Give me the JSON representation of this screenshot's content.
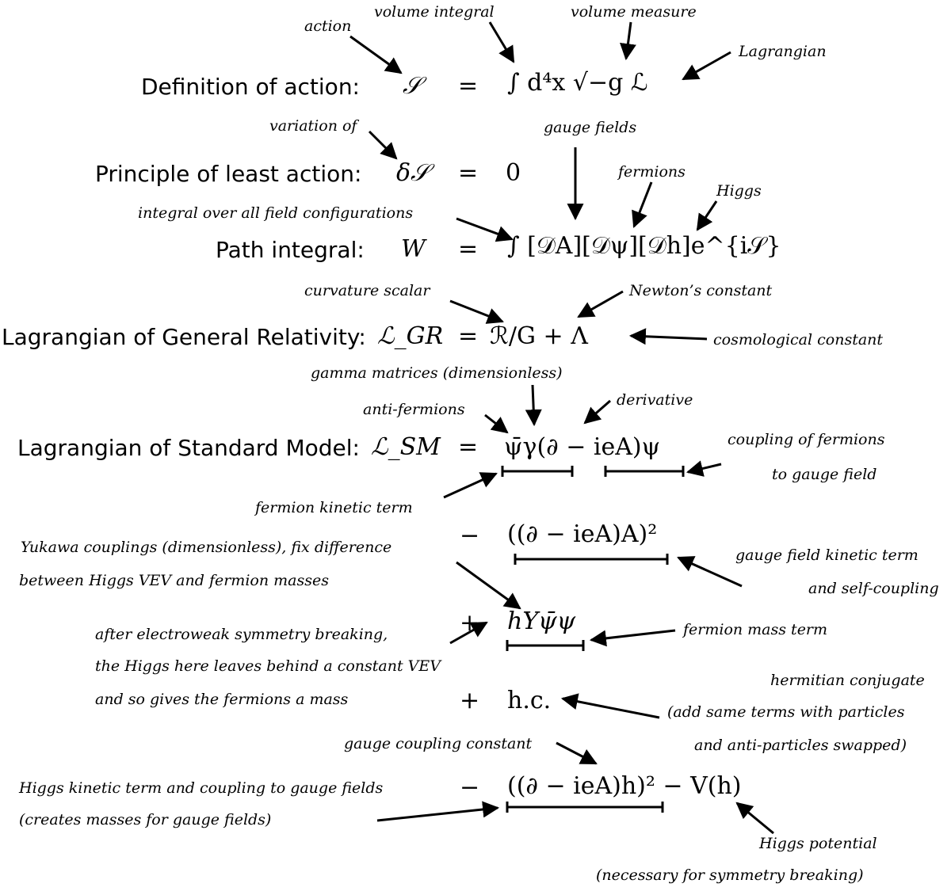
{
  "rows": {
    "action": {
      "label": "Definition of action:",
      "lhs": "𝒮",
      "eq": "=",
      "rhs": "∫ d⁴x √−g ℒ"
    },
    "least": {
      "label": "Principle of least action:",
      "lhs": "δ𝒮",
      "eq": "=",
      "rhs": "0"
    },
    "path": {
      "label": "Path integral:",
      "lhs": "W",
      "eq": "=",
      "rhs": "∫ [𝒟A][𝒟ψ][𝒟h]e^{i𝒮}"
    },
    "gr": {
      "label": "Lagrangian of General Relativity:",
      "lhs": "ℒ_GR",
      "eq": "=",
      "rhs": "ℛ/G + Λ"
    },
    "sm": {
      "label": "Lagrangian of Standard Model:",
      "lhs": "ℒ_SM",
      "eq": "=",
      "rhs": "ψ̄γ(∂ − ieA)ψ"
    },
    "sm_gauge": {
      "op": "−",
      "rhs": "((∂ − ieA)A)²"
    },
    "sm_yukawa": {
      "op": "+",
      "rhs": "hYψ̄ψ"
    },
    "sm_hc": {
      "op": "+",
      "rhs": "h.c."
    },
    "sm_higgs": {
      "op": "−",
      "rhs": "((∂ − ieA)h)² − V(h)"
    }
  },
  "notes": {
    "action": "action",
    "volume_integral": "volume integral",
    "volume_measure": "volume measure",
    "lagrangian": "Lagrangian",
    "variation_of": "variation of",
    "gauge_fields": "gauge fields",
    "fermions": "fermions",
    "higgs": "Higgs",
    "integral_over": "integral over all field configurations",
    "curvature_scalar": "curvature scalar",
    "newtons_constant": "Newton’s constant",
    "cosmological_constant": "cosmological constant",
    "gamma_matrices": "gamma matrices (dimensionless)",
    "anti_fermions": "anti-fermions",
    "derivative": "derivative",
    "coupling_fermions_1": "coupling of fermions",
    "coupling_fermions_2": "to gauge field",
    "fermion_kinetic": "fermion kinetic term",
    "yukawa_1": "Yukawa couplings (dimensionless), fix difference",
    "yukawa_2": "between Higgs VEV and fermion masses",
    "gauge_kinetic_1": "gauge field kinetic term",
    "gauge_kinetic_2": "and self-coupling",
    "ewsb_1": "after electroweak symmetry breaking,",
    "ewsb_2": "the Higgs here leaves behind a constant VEV",
    "ewsb_3": "and so gives the fermions a mass",
    "fermion_mass": "fermion mass term",
    "hermitian_1": "hermitian conjugate",
    "hermitian_2": "(add same  terms  with particles",
    "hermitian_3": "and  anti-particles swapped)",
    "gauge_coupling": "gauge coupling constant",
    "higgs_kinetic_1": "Higgs kinetic term and coupling to gauge fields",
    "higgs_kinetic_2": "(creates masses for gauge fields)",
    "higgs_potential_1": "Higgs potential",
    "higgs_potential_2": "(necessary for symmetry breaking)"
  }
}
